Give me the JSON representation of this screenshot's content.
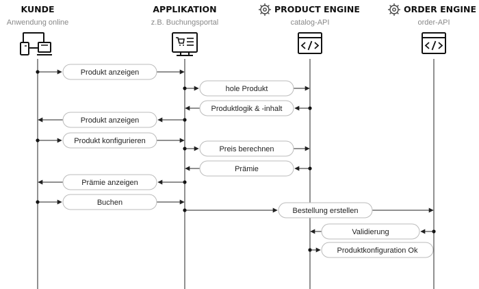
{
  "actors": [
    {
      "id": "kunde",
      "title": "KUNDE",
      "subtitle": "Anwendung online",
      "icon": "devices-icon",
      "gear": false
    },
    {
      "id": "applikation",
      "title": "APPLIKATION",
      "subtitle": "z.B. Buchungsportal",
      "icon": "cash-register-icon",
      "gear": false
    },
    {
      "id": "product-engine",
      "title": "PRODUCT ENGINE",
      "subtitle": "catalog-API",
      "icon": "code-window-icon",
      "gear": true
    },
    {
      "id": "order-engine",
      "title": "ORDER ENGINE",
      "subtitle": "order-API",
      "icon": "code-window-icon",
      "gear": true
    }
  ],
  "messages": [
    {
      "label": "Produkt anzeigen",
      "from": 0,
      "to": 1
    },
    {
      "label": "hole Produkt",
      "from": 1,
      "to": 2
    },
    {
      "label": "Produktlogik & -inhalt",
      "from": 2,
      "to": 1
    },
    {
      "label": "Produkt anzeigen",
      "from": 1,
      "to": 0
    },
    {
      "label": "Produkt konfigurieren",
      "from": 0,
      "to": 1
    },
    {
      "label": "Preis berechnen",
      "from": 1,
      "to": 2
    },
    {
      "label": "Prämie",
      "from": 2,
      "to": 1
    },
    {
      "label": "Prämie anzeigen",
      "from": 1,
      "to": 0
    },
    {
      "label": "Buchen",
      "from": 0,
      "to": 1
    },
    {
      "label": "Bestellung erstellen",
      "from": 1,
      "to": 3
    },
    {
      "label": "Validierung",
      "from": 3,
      "to": 2
    },
    {
      "label": "Produktkonfiguration Ok",
      "from": 2,
      "to": 3
    }
  ],
  "colors": {
    "line": "#222222",
    "pill_border": "#bbbbbb",
    "subtitle": "#888888"
  }
}
